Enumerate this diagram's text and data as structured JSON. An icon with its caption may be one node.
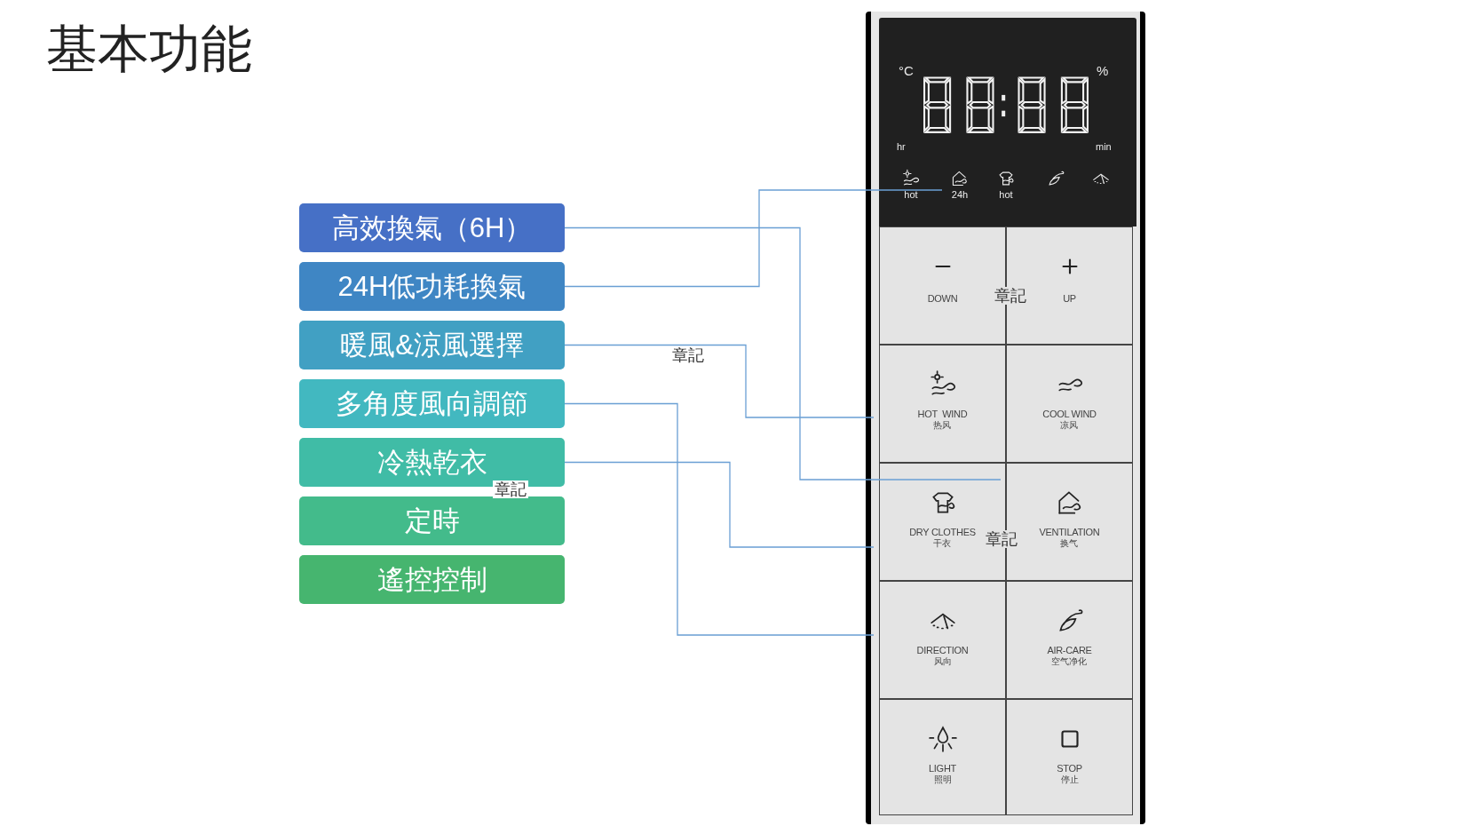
{
  "diagram": {
    "title": "基本功能",
    "nodes": [
      {
        "text": [
          "高效換氣（6H）"
        ]
      },
      {
        "text": [
          "24H低功耗換氣"
        ]
      },
      {
        "text": [
          "暖風&涼風選擇"
        ]
      },
      {
        "text": [
          "多角度風向調節"
        ]
      },
      {
        "text": [
          "冷熱乾衣"
        ]
      },
      {
        "text": [
          "定時"
        ]
      },
      {
        "text": [
          "遙控控制"
        ]
      },
      {
        "text": [],
        "shape": "box"
      },
      {
        "text": [
          "°C",
          "%",
          "hr",
          "min"
        ],
        "in": 7
      },
      {
        "text": [
          "hot"
        ],
        "in": 8
      },
      {
        "text": [
          "24h"
        ],
        "in": 8
      },
      {
        "text": [
          "hot"
        ],
        "in": 8
      },
      {
        "text": [],
        "shape": "picture",
        "in": 8
      },
      {
        "text": [],
        "shape": "picture",
        "in": 8
      },
      {
        "text": [
          "DOWN"
        ],
        "in": 7
      },
      {
        "text": [
          "UP"
        ],
        "in": 7
      },
      {
        "text": [
          "HOT  WIND",
          "热风"
        ],
        "in": 7
      },
      {
        "text": [
          "COOL WIND",
          "凉风"
        ],
        "in": 7
      },
      {
        "text": [
          "DRY CLOTHES",
          "干衣"
        ],
        "in": 7
      },
      {
        "text": [
          "VENTILATION",
          "换气"
        ],
        "in": 7
      },
      {
        "text": [
          "DIRECTION",
          "风向"
        ],
        "in": 7
      },
      {
        "text": [
          "AIR-CARE",
          "空气净化"
        ],
        "in": 7
      },
      {
        "text": [
          "LIGHT",
          "照明"
        ],
        "in": 7
      },
      {
        "text": [
          "STOP",
          "停止"
        ],
        "in": 7
      }
    ],
    "edges": [
      {
        "from": 0,
        "to": 19,
        "arrow": "none"
      },
      {
        "from": 1,
        "to": 10,
        "arrow": "none"
      },
      {
        "from": 2,
        "to": 16,
        "arrow": "none"
      },
      {
        "from": 3,
        "to": 20,
        "arrow": "none"
      },
      {
        "from": 4,
        "to": 18,
        "arrow": "none"
      }
    ],
    "labels": [
      "章記",
      "章記",
      "章記",
      "章記"
    ]
  }
}
